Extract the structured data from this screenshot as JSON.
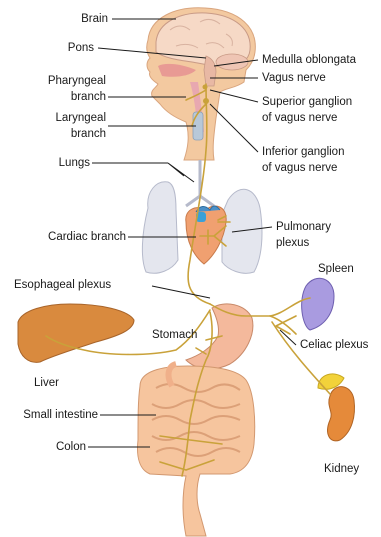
{
  "labels": {
    "brain": "Brain",
    "pons": "Pons",
    "pharyngeal_l1": "Pharyngeal",
    "pharyngeal_l2": "branch",
    "laryngeal_l1": "Laryngeal",
    "laryngeal_l2": "branch",
    "lungs": "Lungs",
    "cardiac": "Cardiac branch",
    "esophageal": "Esophageal plexus",
    "stomach": "Stomach",
    "liver": "Liver",
    "small_intestine": "Small intestine",
    "colon": "Colon",
    "medulla": "Medulla oblongata",
    "vagus": "Vagus nerve",
    "superior_l1": "Superior ganglion",
    "superior_l2": "of vagus nerve",
    "inferior_l1": "Inferior ganglion",
    "inferior_l2": "of vagus nerve",
    "pulmonary_l1": "Pulmonary",
    "pulmonary_l2": "plexus",
    "spleen": "Spleen",
    "celiac": "Celiac plexus",
    "kidney": "Kidney"
  },
  "colors": {
    "nerve": "#c9a23a",
    "skin": "#f3c9a0",
    "brain": "#f6d9c6",
    "lung": "#e4e6ee",
    "heart": "#f0a070",
    "liver": "#d98a3e",
    "spleen": "#a99be0",
    "kidney": "#e58a3a",
    "adrenal": "#f2d23a",
    "intestine": "#f6c59e",
    "stomach": "#f4b99c"
  }
}
